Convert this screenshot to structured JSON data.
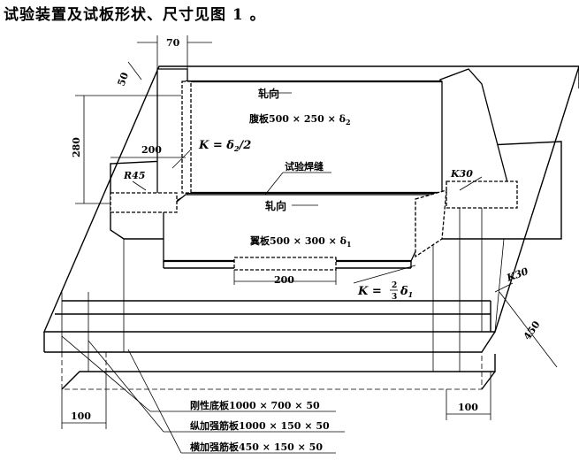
{
  "caption": "试验装置及试板形状、尺寸见图 1 。",
  "labels": {
    "dim_70": "70",
    "dim_50": "50",
    "dim_280": "280",
    "dim_200_top": "200",
    "r45": "R45",
    "k_web": "K = δ",
    "k_web_sub": "2",
    "k_web_tail": "/2",
    "rail_dir_top": "轧向",
    "rail_dir_bottom": "轧向",
    "web_plate": "腹板500 × 250 × δ",
    "web_plate_sub": "2",
    "test_weld": "试验焊缝",
    "k30_right": "K30",
    "flange_plate": "翼板500 × 300 × δ",
    "flange_plate_sub": "1",
    "dim_200_bottom": "200",
    "k_flange": "K =",
    "k_flange_num": "2",
    "k_flange_den": "3",
    "k_flange_tail": "δ",
    "k_flange_sub": "1",
    "k30_base": "K30",
    "dim_450": "450",
    "dim_100_left": "100",
    "dim_100_right": "100",
    "base_plate": "刚性底板1000 × 700 × 50",
    "long_rib": "纵加强筋板1000 × 150 × 50",
    "trans_rib": "横加强筋板450 × 150 × 50"
  }
}
